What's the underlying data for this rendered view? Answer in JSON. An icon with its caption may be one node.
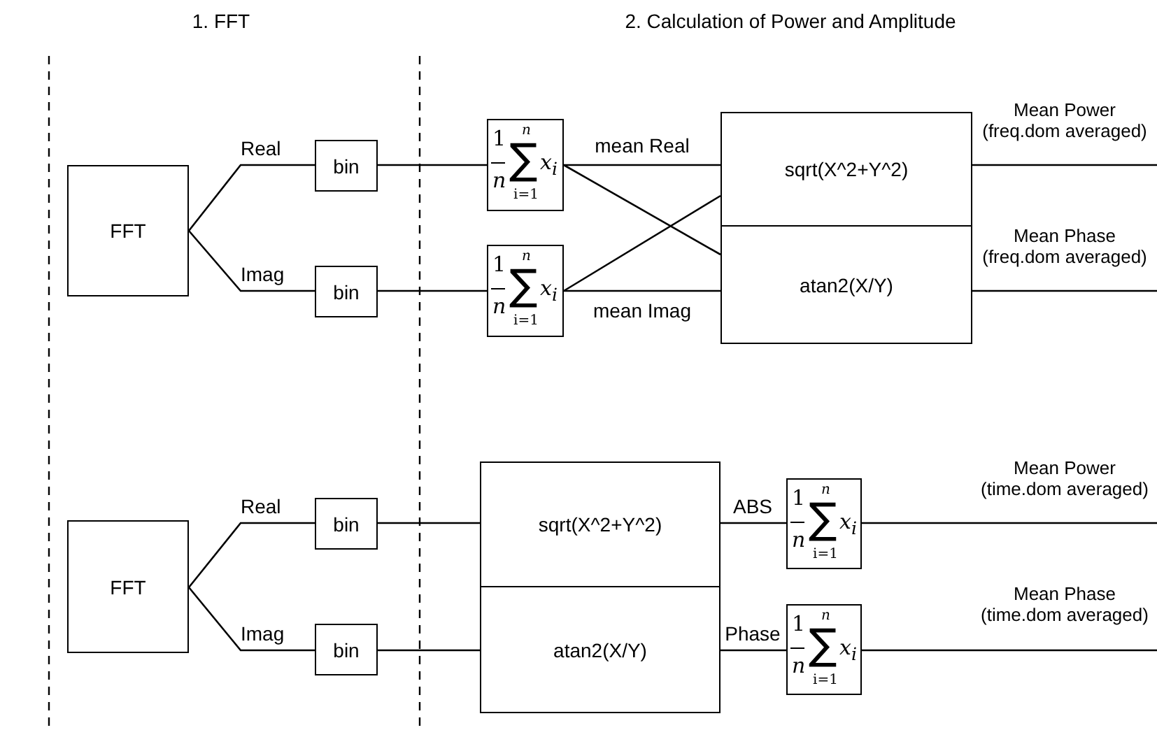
{
  "diagram": {
    "nodes": [
      {
        "text": [
          "FFT"
        ]
      },
      {
        "text": [
          "bin"
        ]
      },
      {
        "text": [
          "bin"
        ]
      },
      {
        "text": [
          "n",
          "1",
          "∑",
          "x$_{i}$",
          "n",
          "i=1"
        ]
      },
      {
        "text": [
          "n",
          "1",
          "∑",
          "x$_{i}$",
          "n",
          "i=1"
        ]
      },
      {
        "text": [
          "sqrt(X^2+Y^2)"
        ]
      },
      {
        "text": [
          "atan2(X/Y)"
        ]
      },
      {
        "text": [
          "FFT"
        ]
      },
      {
        "text": [
          "bin"
        ]
      },
      {
        "text": [
          "bin"
        ]
      },
      {
        "text": [
          "sqrt(X^2+Y^2)"
        ]
      },
      {
        "text": [
          "atan2(X/Y)"
        ]
      },
      {
        "text": [
          "n",
          "1",
          "∑",
          "x$_{i}$",
          "n",
          "i=1"
        ]
      },
      {
        "text": [
          "n",
          "1",
          "∑",
          "x$_{i}$",
          "n",
          "i=1"
        ]
      }
    ],
    "edges": [
      {
        "from": 0,
        "to": 1,
        "arrow": "none",
        "label": "Real"
      },
      {
        "from": 0,
        "to": 2,
        "arrow": "none",
        "label": "Imag"
      },
      {
        "from": 1,
        "to": 3,
        "arrow": "none"
      },
      {
        "from": 2,
        "to": 4,
        "arrow": "none"
      },
      {
        "from": 3,
        "to": 5,
        "arrow": "none",
        "label": "mean Real"
      },
      {
        "from": 3,
        "to": 6,
        "arrow": "none"
      },
      {
        "from": 4,
        "to": 5,
        "arrow": "none"
      },
      {
        "from": 4,
        "to": 6,
        "arrow": "none",
        "label": "mean Imag"
      },
      {
        "from": 5,
        "to": null,
        "arrow": "none",
        "label": "Mean Power (freq.dom averaged)"
      },
      {
        "from": 6,
        "to": null,
        "arrow": "none",
        "label": "Mean Phase (freq.dom averaged)"
      },
      {
        "from": 7,
        "to": 8,
        "arrow": "none",
        "label": "Real"
      },
      {
        "from": 7,
        "to": 9,
        "arrow": "none",
        "label": "Imag"
      },
      {
        "from": 8,
        "to": 10,
        "arrow": "none"
      },
      {
        "from": 9,
        "to": 11,
        "arrow": "none"
      },
      {
        "from": 10,
        "to": 12,
        "arrow": "none",
        "label": "ABS"
      },
      {
        "from": 11,
        "to": 13,
        "arrow": "none",
        "label": "Phase"
      },
      {
        "from": 12,
        "to": null,
        "arrow": "none",
        "label": "Mean Power (time.dom averaged)"
      },
      {
        "from": 13,
        "to": null,
        "arrow": "none",
        "label": "Mean Phase (time.dom averaged)"
      }
    ],
    "labels": [
      "1. FFT",
      "2. Calculation of Power and Amplitude"
    ]
  }
}
